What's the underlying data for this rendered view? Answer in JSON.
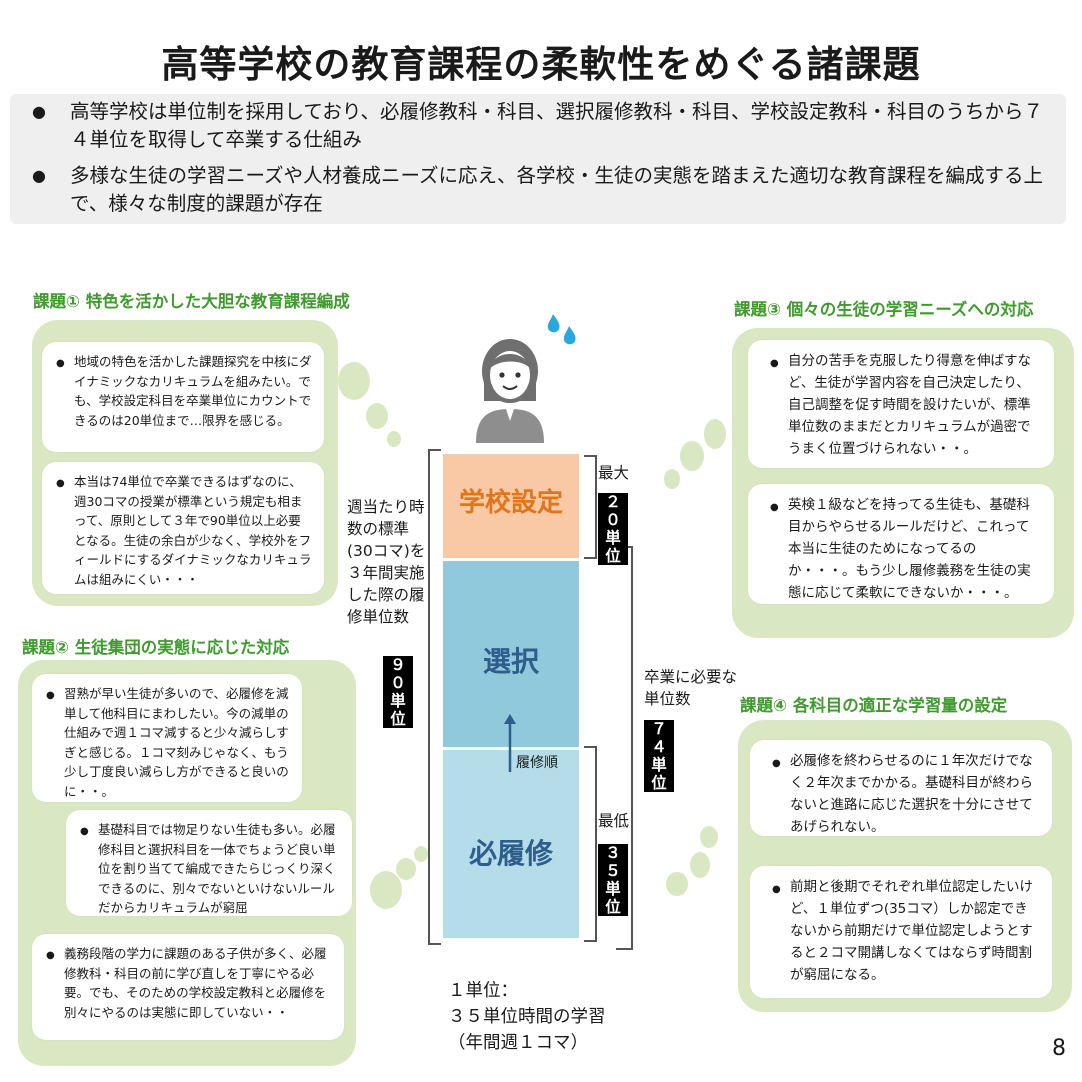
{
  "title": "高等学校の教育課程の柔軟性をめぐる諸課題",
  "summary": [
    "高等学校は単位制を採用しており、必履修教科・科目、選択履修教科・科目、学校設定教科・科目のうちから７４単位を取得して卒業する仕組み",
    "多様な生徒の学習ニーズや人材養成ニーズに応え、各学校・生徒の実態を踏まえた適切な教育課程を編成する上で、様々な制度的課題が存在"
  ],
  "bullet": "●",
  "issues": {
    "issue1": {
      "title": "課題① 特色を活かした大胆な教育課程編成",
      "cards": [
        "地域の特色を活かした課題探究を中核にダイナミックなカリキュラムを組みたい。でも、学校設定科目を卒業単位にカウントできるのは20単位まで…限界を感じる。",
        "本当は74単位で卒業できるはずなのに、週30コマの授業が標準という規定も相まって、原則として３年で90単位以上必要となる。生徒の余白が少なく、学校外をフィールドにするダイナミックなカリキュラムは組みにくい・・・"
      ]
    },
    "issue2": {
      "title": "課題② 生徒集団の実態に応じた対応",
      "cards": [
        "習熟が早い生徒が多いので、必履修を減単して他科目にまわしたい。今の減単の仕組みで週１コマ減すると少々減らしすぎと感じる。１コマ刻みじゃなく、もう少し丁度良い減らし方ができると良いのに・・。",
        "基礎科目では物足りない生徒も多い。必履修科目と選択科目を一体でちょうど良い単位を割り当てて編成できたらじっくり深くできるのに、別々でないといけないルールだからカリキュラムが窮屈",
        "義務段階の学力に課題のある子供が多く、必履修教科・科目の前に学び直しを丁寧にやる必要。でも、そのための学校設定教科と必履修を別々にやるのは実態に即していない・・"
      ]
    },
    "issue3": {
      "title": "課題③ 個々の生徒の学習ニーズへの対応",
      "cards": [
        "自分の苦手を克服したり得意を伸ばすなど、生徒が学習内容を自己決定したり、自己調整を促す時間を設けたいが、標準単位数のままだとカリキュラムが過密でうまく位置づけられない・・。",
        "英検１級などを持ってる生徒も、基礎科目からやらせるルールだけど、これって本当に生徒のためになってるのか・・・。もう少し履修義務を生徒の実態に応じて柔軟にできないか・・・。"
      ]
    },
    "issue4": {
      "title": "課題④ 各科目の適正な学習量の設定",
      "cards": [
        "必履修を終わらせるのに１年次だけでなく２年次までかかる。基礎科目が終わらないと進路に応じた選択を十分にさせてあげられない。",
        "前期と後期でそれぞれ単位認定したいけど、１単位ずつ(35コマ）しか認定できないから前期だけで単位認定しようとすると２コマ開講しなくてはならず時間割が窮屈になる。"
      ]
    }
  },
  "center": {
    "blocks": {
      "school_setting": "学校設定",
      "elective": "選択",
      "required": "必履修"
    },
    "order_label": "履修順",
    "max_label": "最大",
    "max_value": "２０",
    "max_unit": "単位",
    "min_label": "最低",
    "min_value": "３５",
    "min_unit": "単位",
    "standard_label": [
      "週当たり時",
      "数の標準",
      "(30コマ)を",
      "３年間実施",
      "した際の履",
      "修単位数"
    ],
    "standard_value": "９０",
    "standard_unit": "単位",
    "graduation_label": [
      "卒業に必要な",
      "単位数"
    ],
    "graduation_value": "７４",
    "graduation_unit": "単位",
    "unit_note": [
      "１単位：",
      "３５単位時間の学習",
      "（年間週１コマ）"
    ]
  },
  "page_number": "8",
  "colors": {
    "school_setting_block": "#f8c9a4",
    "school_setting_text": "#e0761c",
    "elective_block": "#91c9dc",
    "required_block": "#b5dde9",
    "block_text": "#2f5d8c",
    "panel": "#d9e7c2",
    "issue_title": "#3f9b2d"
  },
  "icons": [
    "person-icon",
    "sweat-drops-icon"
  ]
}
